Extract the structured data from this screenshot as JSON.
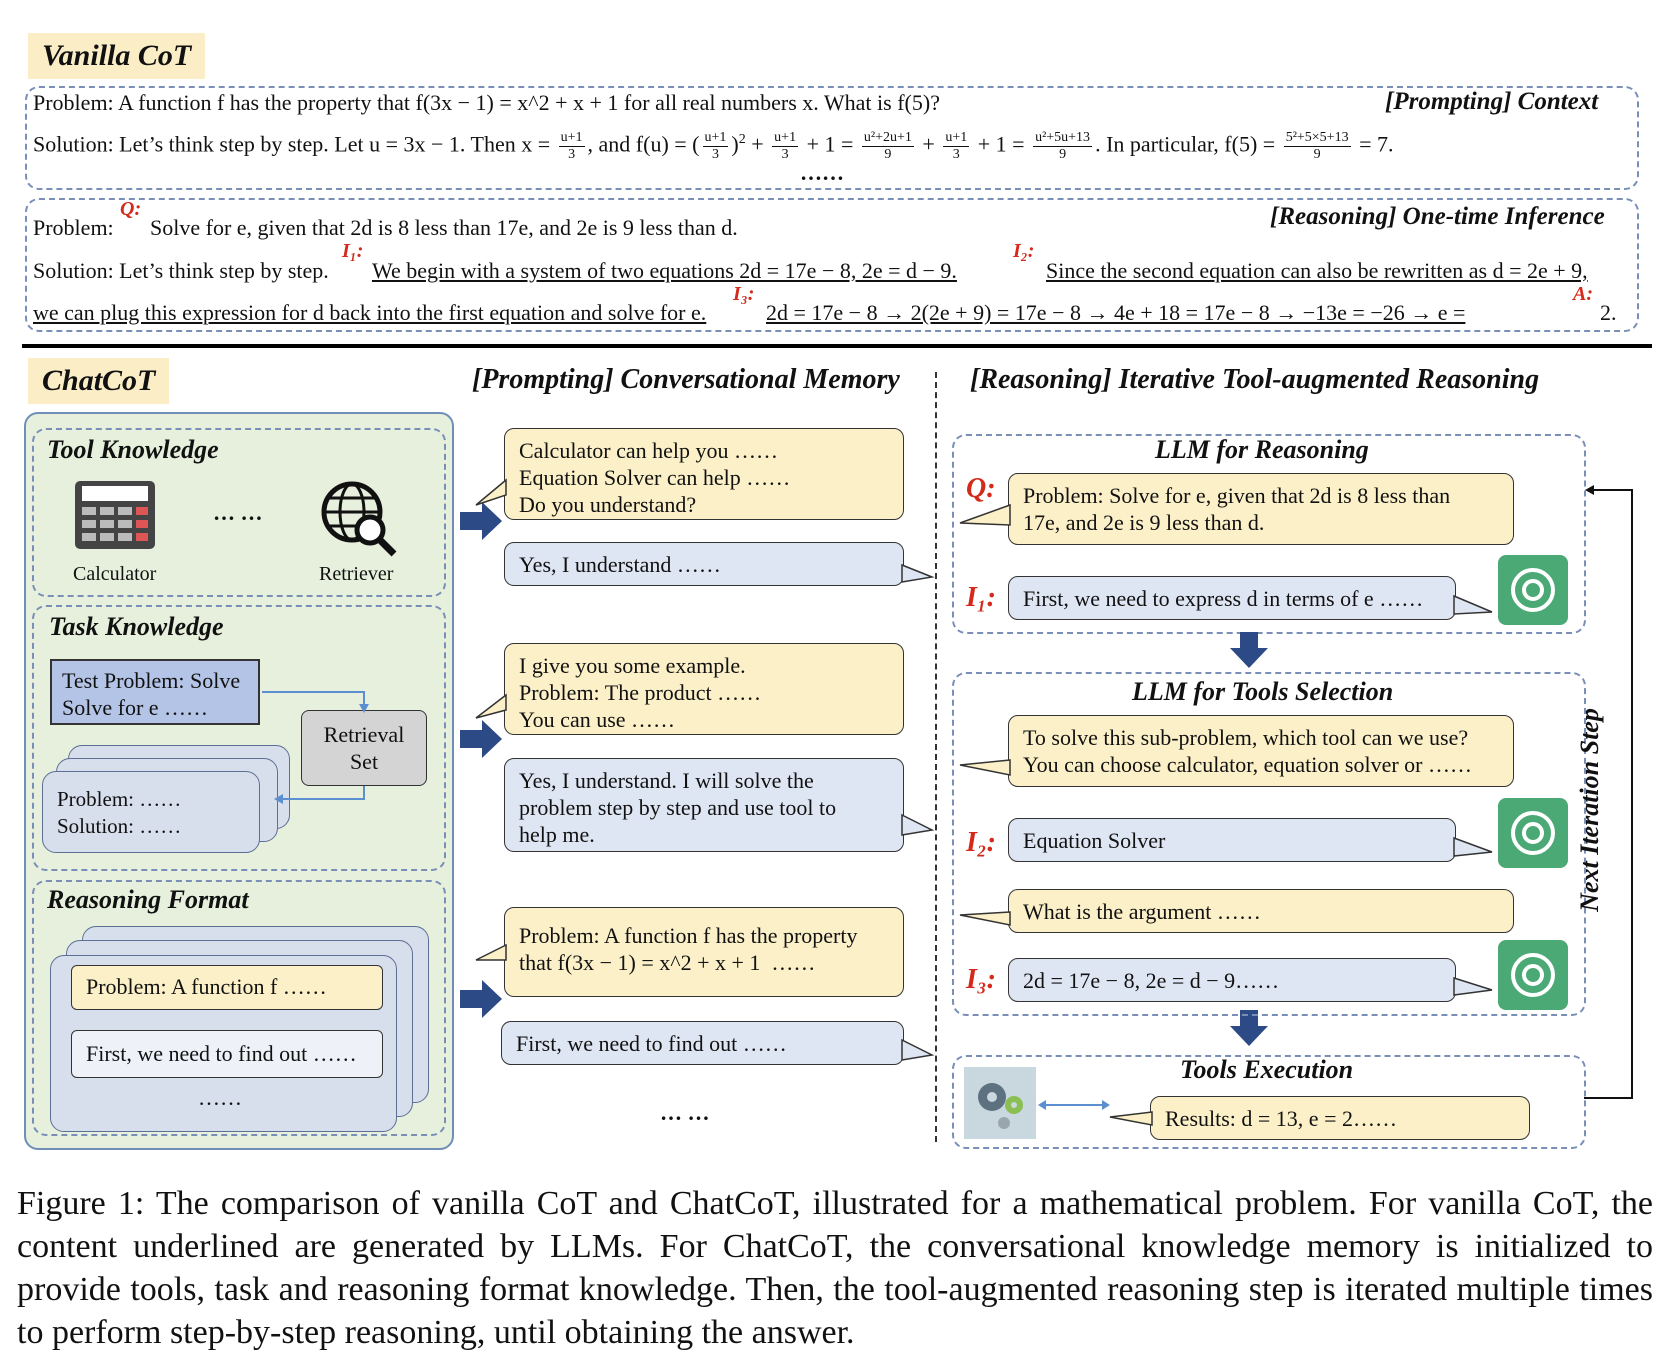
{
  "vanilla": {
    "tag": "Vanilla CoT",
    "box1": {
      "problem": "Problem: A function f has the property that f(3x − 1) = x^2 + x + 1 for all real numbers x.  What is f(5)?",
      "label": "[Prompting] Context",
      "solution_pre": "Solution: Let’s think step by step. Let u = 3x − 1.  Then x =",
      "solution_mid1": ", and f(u) = (",
      "solution_tail": ". In particular, f(5) =",
      "solution_end": "= 7.",
      "frac_u1_num": "u+1",
      "frac_u1_den": "3",
      "frac_sq_num": "u²+2u+1",
      "frac_sq_den": "9",
      "frac_final_num": "u²+5u+13",
      "frac_final_den": "9",
      "frac_f5_num": "5²+5×5+13",
      "frac_f5_den": "9",
      "sup2": "2",
      "plus": "+",
      "plus1": "+ 1 =",
      "ellipsis": "…… "
    },
    "box2": {
      "problem_label": "Problem:",
      "q": "Q:",
      "problem_text": "Solve for e, given that 2d is 8 less than 17e, and 2e is 9 less than d.",
      "label": "[Reasoning] One-time Inference",
      "solution_label": "Solution: Let’s think step by step.",
      "i1": "I₁:",
      "i1_text": "We begin with a system of two equations 2d = 17e − 8, 2e = d − 9.",
      "i2": "I₂:",
      "i2_text": "Since the second equation can also be rewritten as d = 2e + 9,",
      "line3_text": "we can plug this expression for d back into the first equation and solve for e.",
      "i3": "I₃:",
      "i3_text": "2d = 17e − 8 → 2(2e + 9) = 17e − 8 → 4e + 18 = 17e − 8 → −13e = −26 → e =",
      "a": "A:",
      "a_text": "2."
    }
  },
  "chatcot": {
    "tag": "ChatCoT",
    "col2_title": "[Prompting] Conversational Memory",
    "col3_title": "[Reasoning] Iterative Tool-augmented Reasoning",
    "tool_knowledge": {
      "title": "Tool Knowledge",
      "calculator": "Calculator",
      "retriever": "Retriever",
      "dots": "… …"
    },
    "task_knowledge": {
      "title": "Task Knowledge",
      "test_problem": "Test Problem: Solve\nSolve for e ……",
      "retrieval_set": "Retrieval\nSet",
      "example": "Problem: ……\nSolution: ……"
    },
    "reasoning_format": {
      "title": "Reasoning Format",
      "card1": "Problem: A function f ……",
      "card2": "First, we need to find out ……",
      "dots": "……"
    },
    "memory": {
      "b1": "Calculator can help you ……\nEquation Solver can help ……\nDo you understand?",
      "b2": "Yes, I understand ……",
      "b3": "I give you some example.\nProblem: The product ……\nYou can use ……",
      "b4": "Yes, I understand. I will solve the\nproblem step by step and use tool to\nhelp me.",
      "b5": "Problem: A function f has the property\nthat f(3x − 1) = x^2 + x + 1  ……",
      "b6": "First, we need to find out ……",
      "dots": "… …"
    },
    "reasoning": {
      "llm_reason_title": "LLM for Reasoning",
      "q": "Q:",
      "q_text": "Problem: Solve for e, given that 2d is 8 less than\n17e, and 2e is 9 less than d.",
      "i1": "I₁:",
      "i1_text": "First, we need to express d in terms of e ……",
      "llm_tools_title": "LLM for Tools Selection",
      "tools_q": "To solve this sub-problem, which tool can we use?\nYou can choose calculator, equation solver or ……",
      "i2": "I₂:",
      "i2_text": "Equation Solver",
      "arg_q": "What is the argument ……",
      "i3": "I₃:",
      "i3_text": "2d = 17e − 8, 2e = d − 9……",
      "exec_title": "Tools Execution",
      "results": "Results: d = 13, e = 2……",
      "next_step": "Next Iteration Step"
    }
  },
  "caption": "Figure 1: The comparison of vanilla CoT and ChatCoT, illustrated for a mathematical problem. For vanilla CoT, the content underlined are generated by LLMs. For ChatCoT, the conversational knowledge memory is initialized to provide tools, task and reasoning format knowledge. Then, the tool-augmented reasoning step is iterated multiple times to perform step-by-step reasoning, until obtaining the answer.",
  "colors": {
    "yellow": "#fbf0c8",
    "blue": "#dfe6f3",
    "green": "#e6f0dc",
    "red": "#d42a1c",
    "arrow": "#2c4a85",
    "gpt": "#4ba975"
  }
}
